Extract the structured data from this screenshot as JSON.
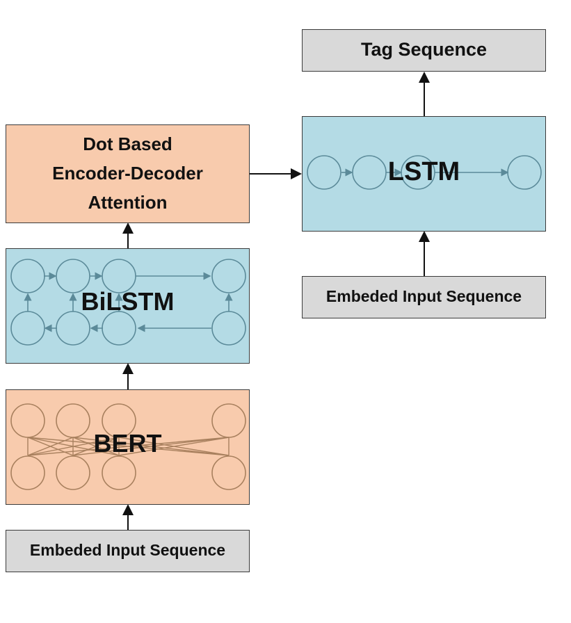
{
  "boxes": {
    "tag_sequence": "Tag Sequence",
    "attention_line1": "Dot Based",
    "attention_line2": "Encoder-Decoder",
    "attention_line3": "Attention",
    "lstm": "LSTM",
    "embed_right": "Embeded Input Sequence",
    "bilstm": "BiLSTM",
    "bert": "BERT",
    "embed_left": "Embeded Input Sequence"
  },
  "colors": {
    "gray_box": "#d9d9d9",
    "peach_box": "#f8cbad",
    "blue_box": "#b4dbe5",
    "rnn_node_stroke": "#5b8a99",
    "bert_node_stroke": "#a8805e",
    "arrow": "#111111"
  }
}
